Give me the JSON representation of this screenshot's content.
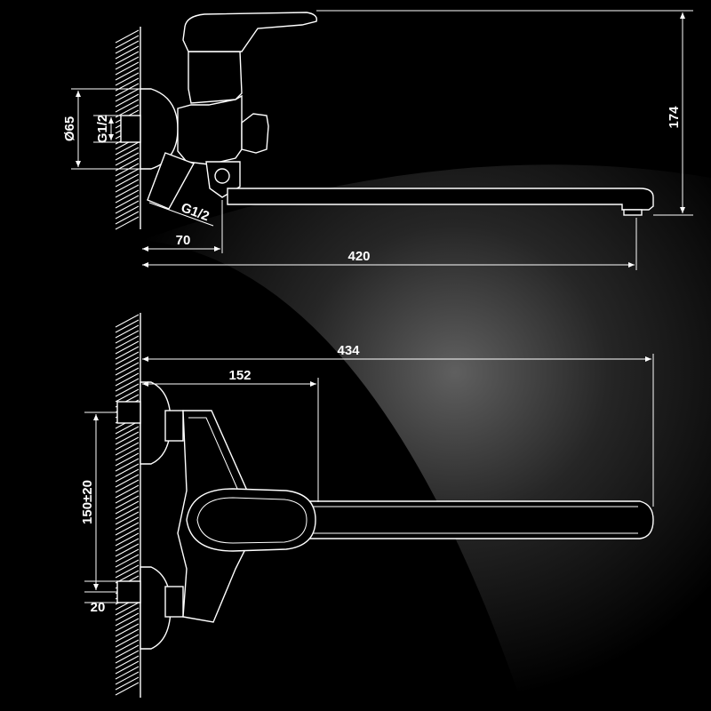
{
  "colors": {
    "background": "#000000",
    "line": "#ffffff",
    "glow": "#5a5a5a"
  },
  "top_view": {
    "dims": {
      "height": "174",
      "diameter": "Ø65",
      "thread_wall": "G1/2",
      "thread_inlet": "G1/2",
      "offset": "70",
      "length": "420"
    }
  },
  "bottom_view": {
    "dims": {
      "total": "434",
      "handle": "152",
      "spacing": "150±20",
      "pipe": "20"
    }
  }
}
